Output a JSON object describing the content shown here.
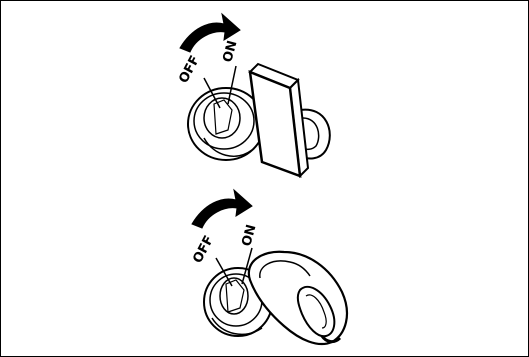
{
  "figures": [
    {
      "id": "top",
      "off_label": "OFF",
      "on_label": "ON"
    },
    {
      "id": "bottom",
      "off_label": "OFF",
      "on_label": "ON"
    }
  ],
  "colors": {
    "line": "#000000",
    "background": "#ffffff"
  },
  "icons": [
    "rotation-arrow-icon",
    "ignition-key-icon",
    "key-cylinder-icon"
  ]
}
